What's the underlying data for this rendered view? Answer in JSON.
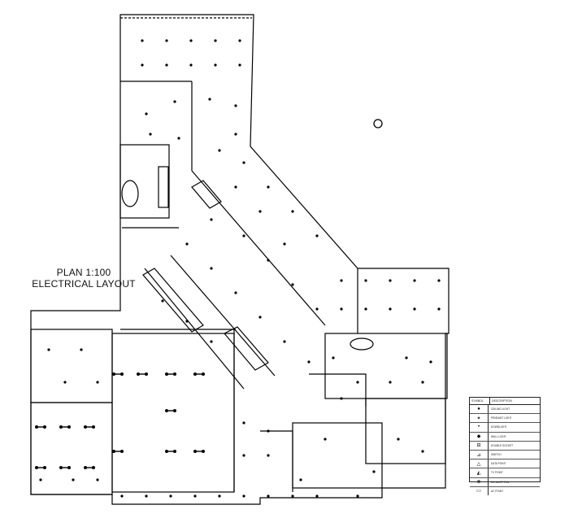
{
  "title": {
    "line1": "PLAN 1:100",
    "line2": "ELECTRICAL LAYOUT"
  },
  "legend": {
    "header_symbol": "SYMBOL",
    "header_description": "DESCRIPTION",
    "rows": [
      {
        "icon": "ceiling-light-icon",
        "glyph": "●",
        "description": "CEILING LIGHT"
      },
      {
        "icon": "pendant-light-icon",
        "glyph": "✶",
        "description": "PENDANT LIGHT"
      },
      {
        "icon": "downlight-icon",
        "glyph": "•",
        "description": "DOWNLIGHT"
      },
      {
        "icon": "wall-light-icon",
        "glyph": "◆",
        "description": "WALL LIGHT"
      },
      {
        "icon": "double-socket-icon",
        "glyph": "⊟",
        "description": "DOUBLE SOCKET"
      },
      {
        "icon": "switch-icon",
        "glyph": "⊿",
        "description": "SWITCH"
      },
      {
        "icon": "data-point-icon",
        "glyph": "△",
        "description": "DATA POINT"
      },
      {
        "icon": "tv-point-icon",
        "glyph": "◭",
        "description": "TV POINT"
      },
      {
        "icon": "exhaust-fan-icon",
        "glyph": "⊗",
        "description": "EXHAUST FAN"
      },
      {
        "icon": "ac-point-icon",
        "glyph": "▭",
        "description": "AC POINT"
      }
    ]
  }
}
